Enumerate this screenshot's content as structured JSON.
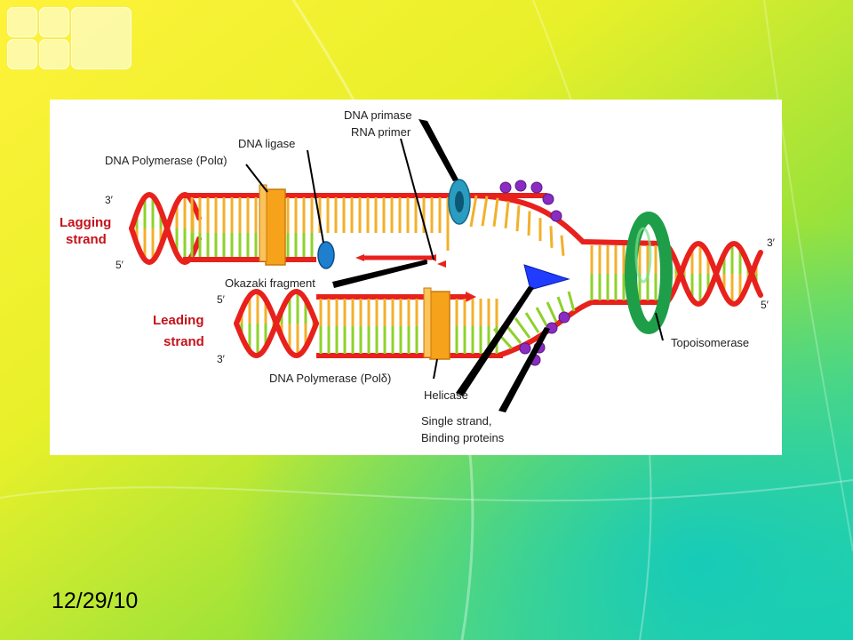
{
  "slide": {
    "date": "12/29/10"
  },
  "diagram": {
    "labels": {
      "dna_primase": "DNA primase",
      "rna_primer": "RNA primer",
      "dna_ligase": "DNA ligase",
      "pol_alpha": "DNA Polymerase (Polα)",
      "okazaki": "Okazaki fragment",
      "pol_delta": "DNA Polymerase (Polδ)",
      "helicase": "Helicase",
      "ssb_line1": "Single strand,",
      "ssb_line2": "Binding proteins",
      "topoisomerase": "Topoisomerase"
    },
    "strands": {
      "lagging_line1": "Lagging",
      "lagging_line2": "strand",
      "leading_line1": "Leading",
      "leading_line2": "strand"
    },
    "ends": {
      "lag_top": "3′",
      "lag_bottom": "5′",
      "lead_top": "5′",
      "lead_bottom": "3′",
      "right_top": "3′",
      "right_bottom": "5′"
    },
    "colors": {
      "backbone": "#e8211c",
      "base_orange": "#f2b02a",
      "base_green": "#8fd12a",
      "polymerase": "#f7a21b",
      "topoisomerase": "#1f9e4a",
      "helicase": "#1f3cff",
      "primase": "#2a9cc0",
      "ssb": "#8a2bc2",
      "strand_label": "#c4121a"
    }
  }
}
